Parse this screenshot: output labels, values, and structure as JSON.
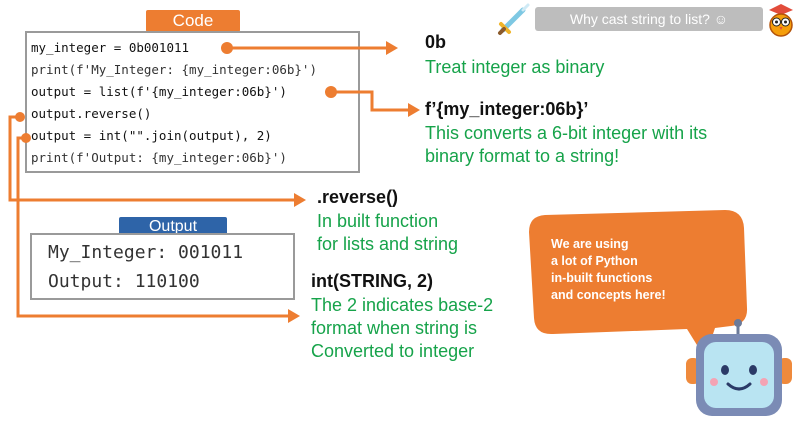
{
  "code_label": "Code",
  "output_label": "Output",
  "code_lines": [
    "my_integer = 0b001011",
    "print(f'My_Integer: {my_integer:06b}')",
    "output = list(f'{my_integer:06b}')",
    "output.reverse()",
    "output = int(\"\".join(output), 2)",
    "print(f'Output: {my_integer:06b}')"
  ],
  "output_lines": [
    "My_Integer: 001011",
    "Output: 110100"
  ],
  "annotations": [
    {
      "title": "0b",
      "lines": [
        "Treat integer as binary"
      ]
    },
    {
      "title": "f’{my_integer:06b}’",
      "lines": [
        "This converts a 6-bit integer with its",
        "binary format to a string!"
      ]
    },
    {
      "title": ".reverse()",
      "lines": [
        "In built function",
        "for lists and string"
      ]
    },
    {
      "title": "int(STRING, 2)",
      "lines": [
        "The 2 indicates base-2",
        "format when string is",
        "Converted to integer"
      ]
    }
  ],
  "header_pill": "Why cast string to list? ☺",
  "bubble_lines": [
    "We are using",
    "a lot of Python",
    "in-built functions",
    "and concepts here!"
  ],
  "colors": {
    "accent": "#ed7d31",
    "blue": "#2e64a8",
    "green": "#16a34a"
  }
}
